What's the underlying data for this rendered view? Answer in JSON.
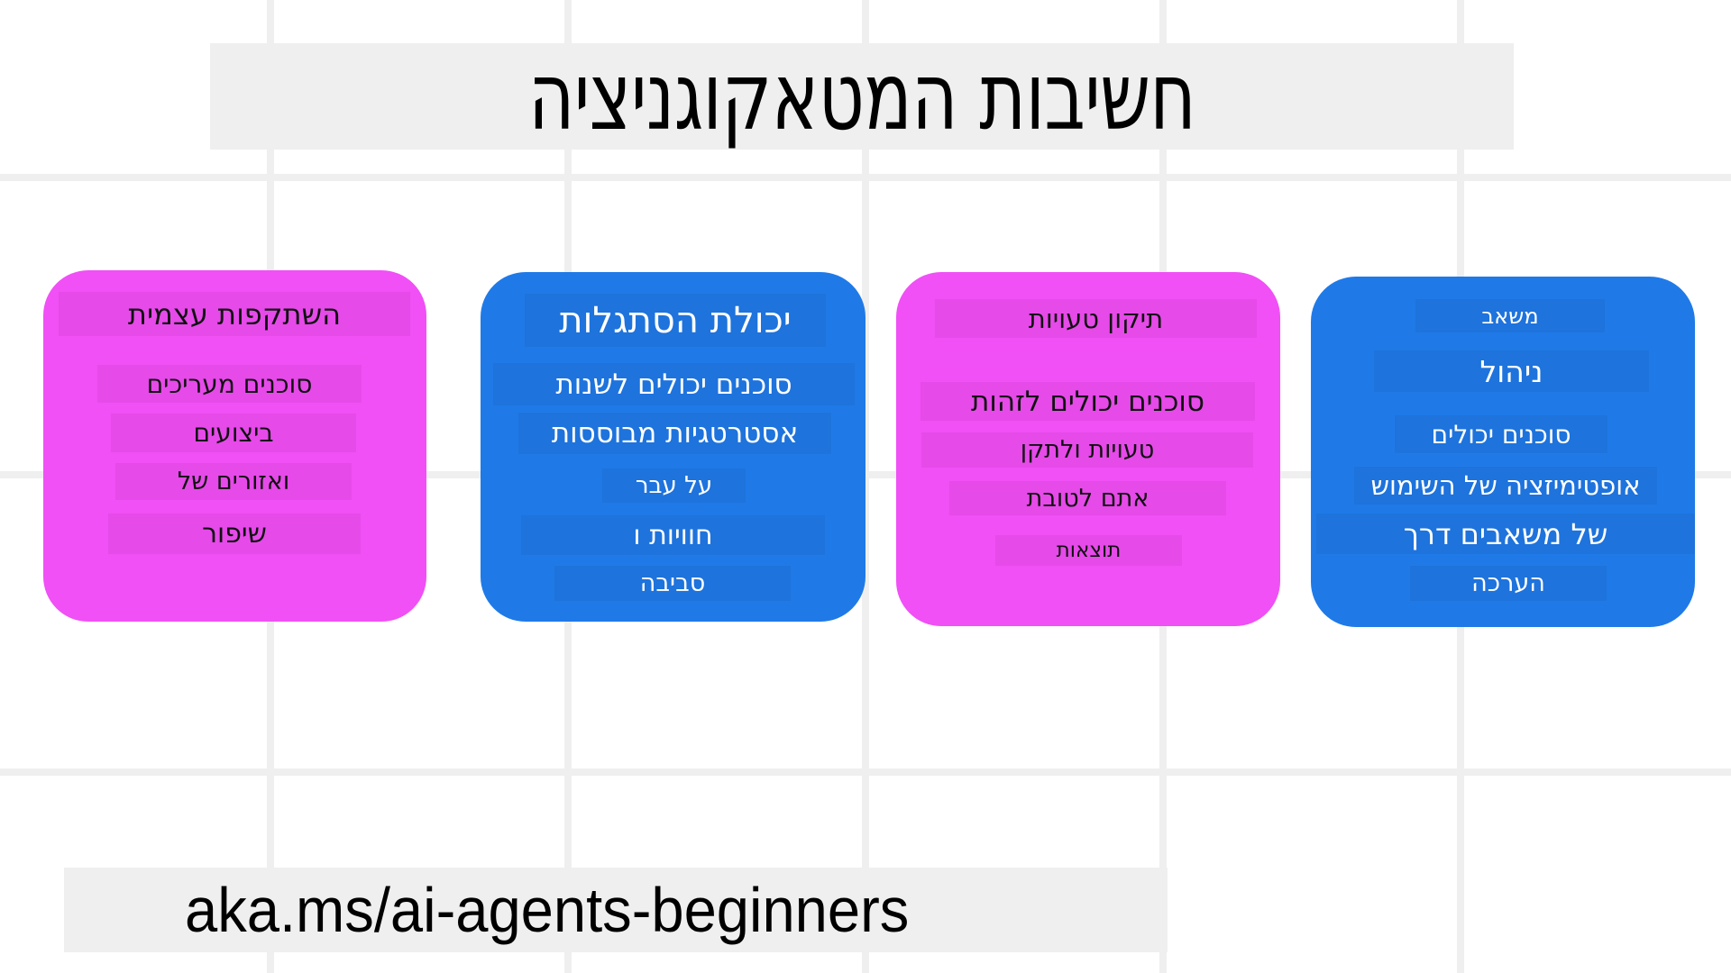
{
  "title": "חשיבות המטאקוגניציה",
  "colors": {
    "background": "#ffffff",
    "grid": "#efefef",
    "title_box": "#efefef",
    "magenta_card": "#F050F5",
    "magenta_strip": "#E64AE9",
    "blue_card": "#1F7AE8",
    "blue_strip": "#1E73DC"
  },
  "cards": [
    {
      "color": "magenta",
      "heading": "השתקפות עצמית",
      "lines": [
        "סוכנים מעריכים",
        "ביצועים",
        "ואזורים של",
        "שיפור"
      ]
    },
    {
      "color": "blue",
      "heading": "יכולת הסתגלות",
      "lines": [
        "סוכנים יכולים לשנות",
        "אסטרטגיות מבוססות",
        "על עבר",
        "חוויות ו",
        "סביבה"
      ]
    },
    {
      "color": "magenta",
      "heading": "תיקון טעויות",
      "lines": [
        "סוכנים יכולים לזהות",
        "טעויות ולתקן",
        "אתם לטובת",
        "תוצאות"
      ]
    },
    {
      "color": "blue",
      "heading": "משאב",
      "lines": [
        "ניהול",
        "סוכנים יכולים",
        "אופטימיזציה של השימוש",
        "של משאבים דרך",
        "הערכה"
      ]
    }
  ],
  "footer": {
    "link": "aka.ms/ai-agents-beginners"
  }
}
